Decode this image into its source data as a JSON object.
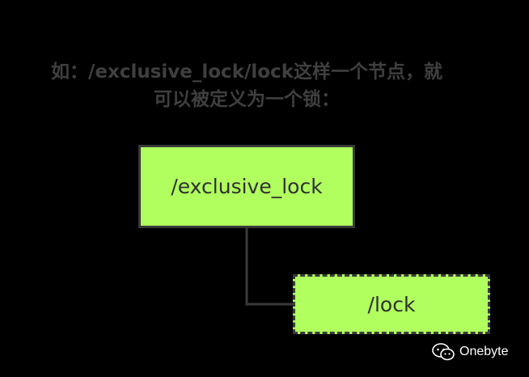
{
  "caption": {
    "line1": "如：/exclusive_lock/lock这样一个节点，就",
    "line2": "可以被定义为一个锁："
  },
  "nodes": {
    "root": {
      "label": "/exclusive_lock"
    },
    "child": {
      "label": "/lock"
    }
  },
  "watermark": {
    "icon": "wechat-icon",
    "text": "Onebyte"
  },
  "colors": {
    "background": "#000000",
    "node_fill": "#b0ff5f",
    "node_border": "#3a3a3a",
    "caption_text": "#3f3f3f"
  }
}
